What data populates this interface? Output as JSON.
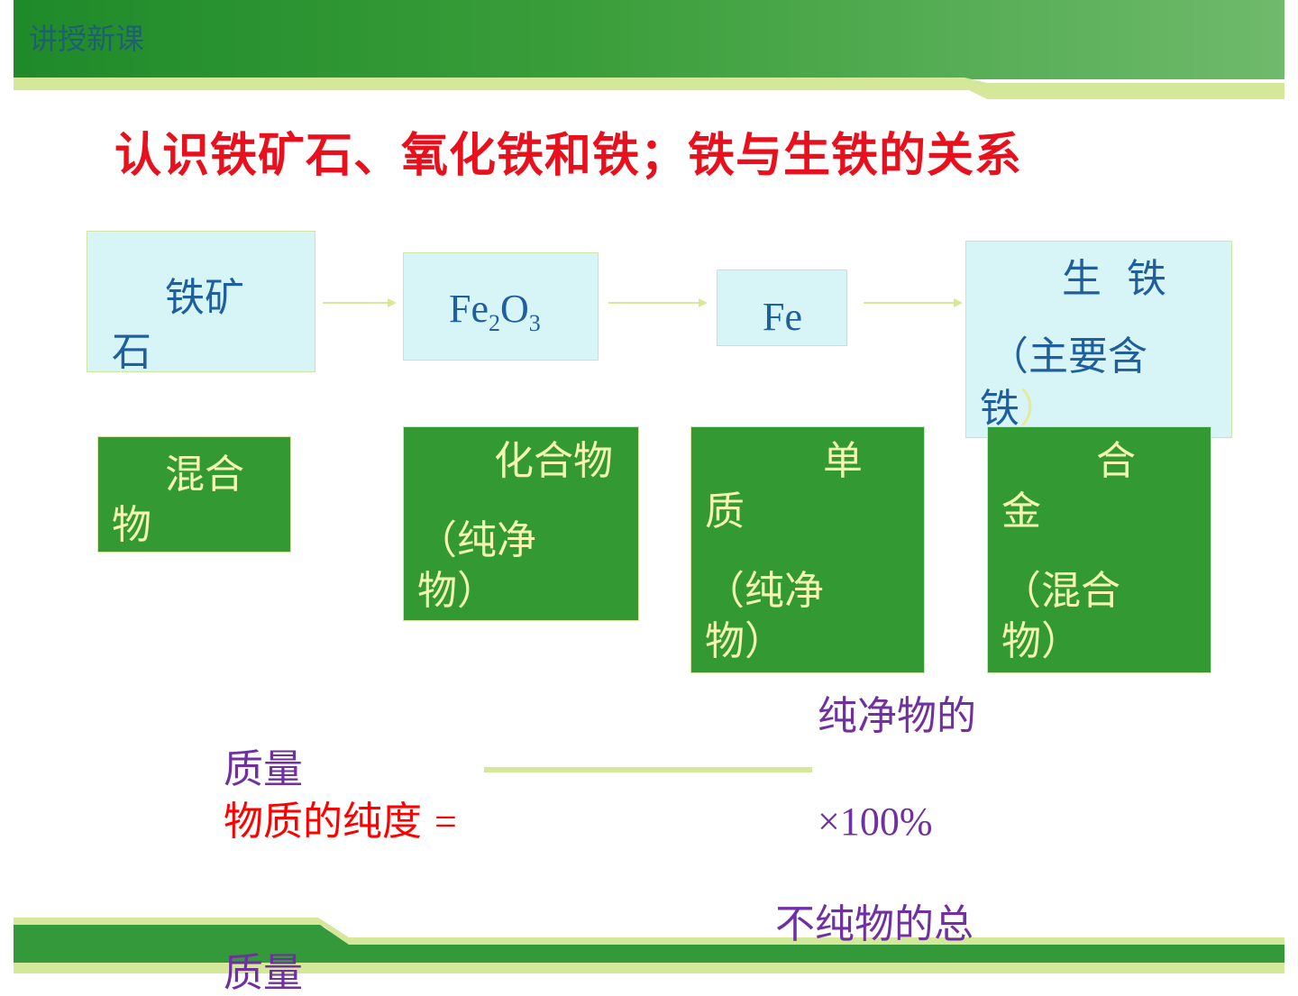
{
  "header": {
    "section_label": "讲授新课"
  },
  "title": "认识铁矿石、氧化铁和铁；铁与生铁的关系",
  "substances": {
    "ore_line1": "铁矿",
    "ore_line2": "石",
    "oxide_fe": "Fe",
    "oxide_sub1": "2",
    "oxide_o": "O",
    "oxide_sub2": "3",
    "iron": "Fe",
    "pig_iron_line1": "生  铁",
    "pig_iron_line2": "（主要含",
    "pig_iron_line3": "铁",
    "pig_iron_paren": "）"
  },
  "classes": {
    "mixture_line1": "混合",
    "mixture_line2": "物",
    "compound_line1": "化合物",
    "compound_line2": "（纯净",
    "compound_line3": "物）",
    "element_line1": "单",
    "element_line2": "质",
    "element_line3": "（纯净",
    "element_line4": "物）",
    "alloy_line1": "合",
    "alloy_line2": "金",
    "alloy_line3": "（混合",
    "alloy_line4": "物）"
  },
  "formula": {
    "numerator_part1": "纯净物的",
    "numerator_part2": "质量",
    "lhs": "物质的纯度",
    "equals": "=",
    "multiplier": "×100%",
    "denominator_part1": "不纯物的总",
    "denominator_part2": "质量"
  },
  "colors": {
    "title": "#e8101c",
    "light_box_fill": "#d7f5f6",
    "light_box_text": "#1f5f9e",
    "green_box_fill": "#339933",
    "green_box_text": "#f3f5b0",
    "formula_purple": "#7030a0",
    "formula_red": "#ff0000",
    "header_green": "#3a9e3a"
  }
}
